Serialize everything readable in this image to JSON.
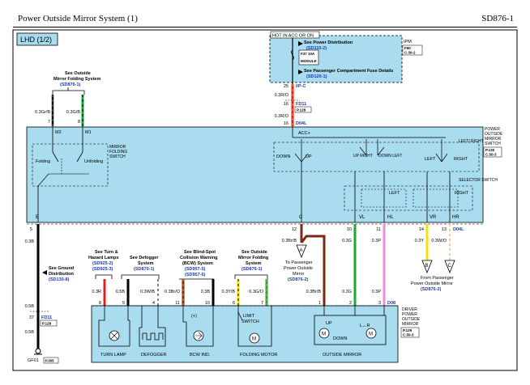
{
  "header": {
    "title": "Power Outside Mirror System (1)",
    "code": "SD876-1"
  },
  "diagram": {
    "variant": "LHD (1/2)",
    "hot_label": "HOT IN ACC OR ON",
    "ipm": {
      "see_power": "See Power Distribution",
      "see_power_ref": "(SD110-2)",
      "fuse_rating": "F37 10A",
      "fuse_name": "MODULE",
      "see_passenger": "See Passenger Compartment Fuse Details",
      "see_passenger_ref": "(SD120-1)",
      "name": "IPM",
      "conn": "F50",
      "conn_ref": "C.30-2"
    },
    "supply": {
      "pin_top": "25",
      "tag_top": "I/P-C",
      "wire1": "0.3R/O",
      "pin_mid": "16",
      "tag_mid": "FD11",
      "pref": "P.128",
      "wire2": "0.3R/O",
      "pin_bot": "16",
      "tag_bot": "D04L"
    },
    "folding_ref": {
      "line1": "See Outside",
      "line2": "Mirror Folding System",
      "ref": "(SD876-1)"
    },
    "m_wires": [
      {
        "wire": "0.3Gr/B",
        "pin": "7",
        "label": "M2"
      },
      {
        "wire": "0.3G/B",
        "pin": "8",
        "label": "M1"
      }
    ],
    "switch": {
      "name": "POWER OUTSIDE MIRROR SWITCH",
      "ref": "P.130",
      "conn": "C.50-3",
      "acc": "ACC+",
      "folding_switch": "MIRROR FOLDING SWITCH",
      "folding": "Folding",
      "unfolding": "Unfolding",
      "down": "DOWN",
      "up": "UP",
      "up_right": "UP RIGHT",
      "down_left": "DOWN LEFT",
      "left": "LEFT",
      "right": "RIGHT",
      "left_right": "LEFT/ RIGHT",
      "selector": "SELECTOR SWITCH",
      "sel_left": "LEFT",
      "sel_right": "RIGHT",
      "terms": [
        "E",
        "C",
        "VL",
        "HL",
        "VR",
        "HR"
      ]
    },
    "switch_pins": [
      {
        "pin": "5",
        "wire": "0.3B"
      },
      {
        "pin": "12",
        "wire": "0.3Br/B"
      },
      {
        "pin": "10",
        "wire": "0.3G"
      },
      {
        "pin": "11",
        "wire": "0.3P"
      },
      {
        "pin": "14",
        "wire": "0.3Y"
      },
      {
        "pin": "13",
        "wire": "0.3W/O"
      }
    ],
    "tag_d04l_2": "D04L",
    "ground": {
      "see": "See Ground Distribution",
      "ref": "(SD130-8)",
      "wire1": "0.5B",
      "pin": "37",
      "tag": "FD11",
      "pref": "P.128",
      "wire2": "0.5B",
      "gnd": "GF01",
      "gnd_ref": "P.305"
    },
    "connectors": {
      "a": "A",
      "b": "B",
      "c": "C"
    },
    "to_passenger": {
      "line1": "To Passenger",
      "line2": "Power Outside",
      "line3": "Mirror",
      "ref": "(SD876-2)"
    },
    "from_passenger": {
      "line1": "From Passenger",
      "line2": "Power Outside Mirror",
      "ref": "(SD876-2)"
    },
    "refs": [
      {
        "line1": "See Turn &",
        "line2": "Hazard Lamps",
        "r1": "(SD925-2)",
        "r2": "(SD925-3)"
      },
      {
        "line1": "See Defogger",
        "line2": "System",
        "r1": "(SD870-1)",
        "r2": ""
      },
      {
        "line1": "See Blind-Spot",
        "line2": "Collision Warning",
        "line3": "(BCW) System",
        "r1": "(SD957-5)",
        "r2": "(SD957-6)"
      },
      {
        "line1": "See Outside",
        "line2": "Mirror Folding",
        "line3": "System",
        "r1": "(SD876-1)",
        "r2": ""
      }
    ],
    "drv_wires": [
      {
        "wire": "0.3R",
        "pin": "8"
      },
      {
        "wire": "0.5B",
        "pin": "5"
      },
      {
        "wire": "0.3W/B",
        "pin": "4"
      },
      {
        "wire": "0.3Br/O",
        "pin": "11"
      },
      {
        "wire": "0.3B",
        "pin": "10"
      },
      {
        "wire": "0.3Y/B",
        "pin": "6"
      },
      {
        "wire": "0.3G/O",
        "pin": "7"
      },
      {
        "wire": "0.3Br/B",
        "pin": "1"
      },
      {
        "wire": "0.3G",
        "pin": "2"
      },
      {
        "wire": "0.3P",
        "pin": "3"
      }
    ],
    "d08": "D08",
    "driver_mirror": {
      "name": "DRIVER POWER OUTSIDE MIRROR",
      "ref": "P.129",
      "conn": "C.50-3"
    },
    "components": {
      "turn": "TURN LAMP",
      "defogger": "DEFOGGER",
      "bcw": "BCW IND.",
      "fold": "FOLDING MOTOR",
      "outside": "OUTSIDE MIRROR",
      "limit": "LIMIT SWITCH",
      "plus": "(+)",
      "m": "M",
      "lr": "L↔R",
      "up": "UP",
      "down": "DOWN"
    },
    "colors": {
      "panel": "#a8dcee",
      "red": "#e02020",
      "green": "#1aa83a",
      "pink": "#f08cd8",
      "yellow": "#f2e600",
      "brown": "#7a2a12",
      "orange": "#ff8c1a"
    }
  }
}
